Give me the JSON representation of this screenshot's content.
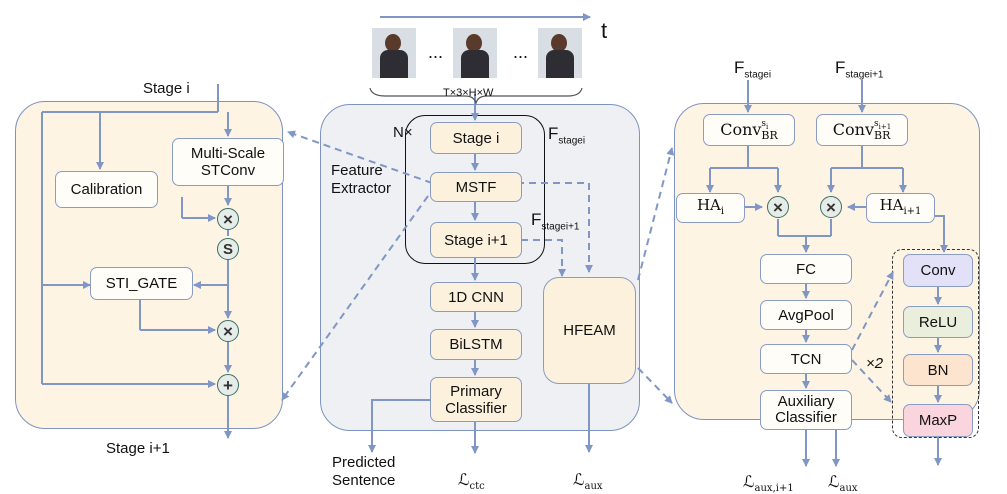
{
  "time_label": "t",
  "ellipsis": "...",
  "input_shape": "T×3×H×W",
  "left": {
    "stage_in": "Stage i",
    "stage_out": "Stage i+1",
    "multiscale": "Multi-Scale STConv",
    "calibration": "Calibration",
    "sti_gate": "STI_GATE",
    "op_mul": "×",
    "op_s": "S",
    "op_add": "+"
  },
  "center": {
    "repeat": "N×",
    "feature_extractor": "Feature Extractor",
    "stage_i": "Stage i",
    "mstf": "MSTF",
    "stage_i1": "Stage i+1",
    "cnn1d": "1D CNN",
    "bilstm": "BiLSTM",
    "primary": "Primary Classifier",
    "hfeam": "HFEAM",
    "f_stage": "F",
    "f_stage_sub": "stagei",
    "f_stage1_sub": "stagei+1",
    "predicted": "Predicted Sentence",
    "loss_l": "ℒ",
    "loss_ctc_sub": "ctc",
    "loss_aux_sub": "aux"
  },
  "right": {
    "f": "F",
    "f_sub_i": "stagei",
    "f_sub_i1": "stagei+1",
    "conv": "Conv",
    "conv_sub": "BR",
    "conv_sup_i": "s",
    "conv_sup_i_sub": "i",
    "conv_sup_i1_sub": "i+1",
    "ha": "HA",
    "ha_sub_i": "i",
    "ha_sub_i1": "i+1",
    "fc": "FC",
    "avgpool": "AvgPool",
    "tcn": "TCN",
    "aux_classifier": "Auxiliary Classifier",
    "times2": "×2",
    "conv_block": "Conv",
    "relu": "ReLU",
    "bn": "BN",
    "maxp": "MaxP",
    "loss_l": "ℒ",
    "loss_aux_i1_sub": "aux,i+1",
    "loss_aux_sub": "aux",
    "op_mul": "×"
  }
}
